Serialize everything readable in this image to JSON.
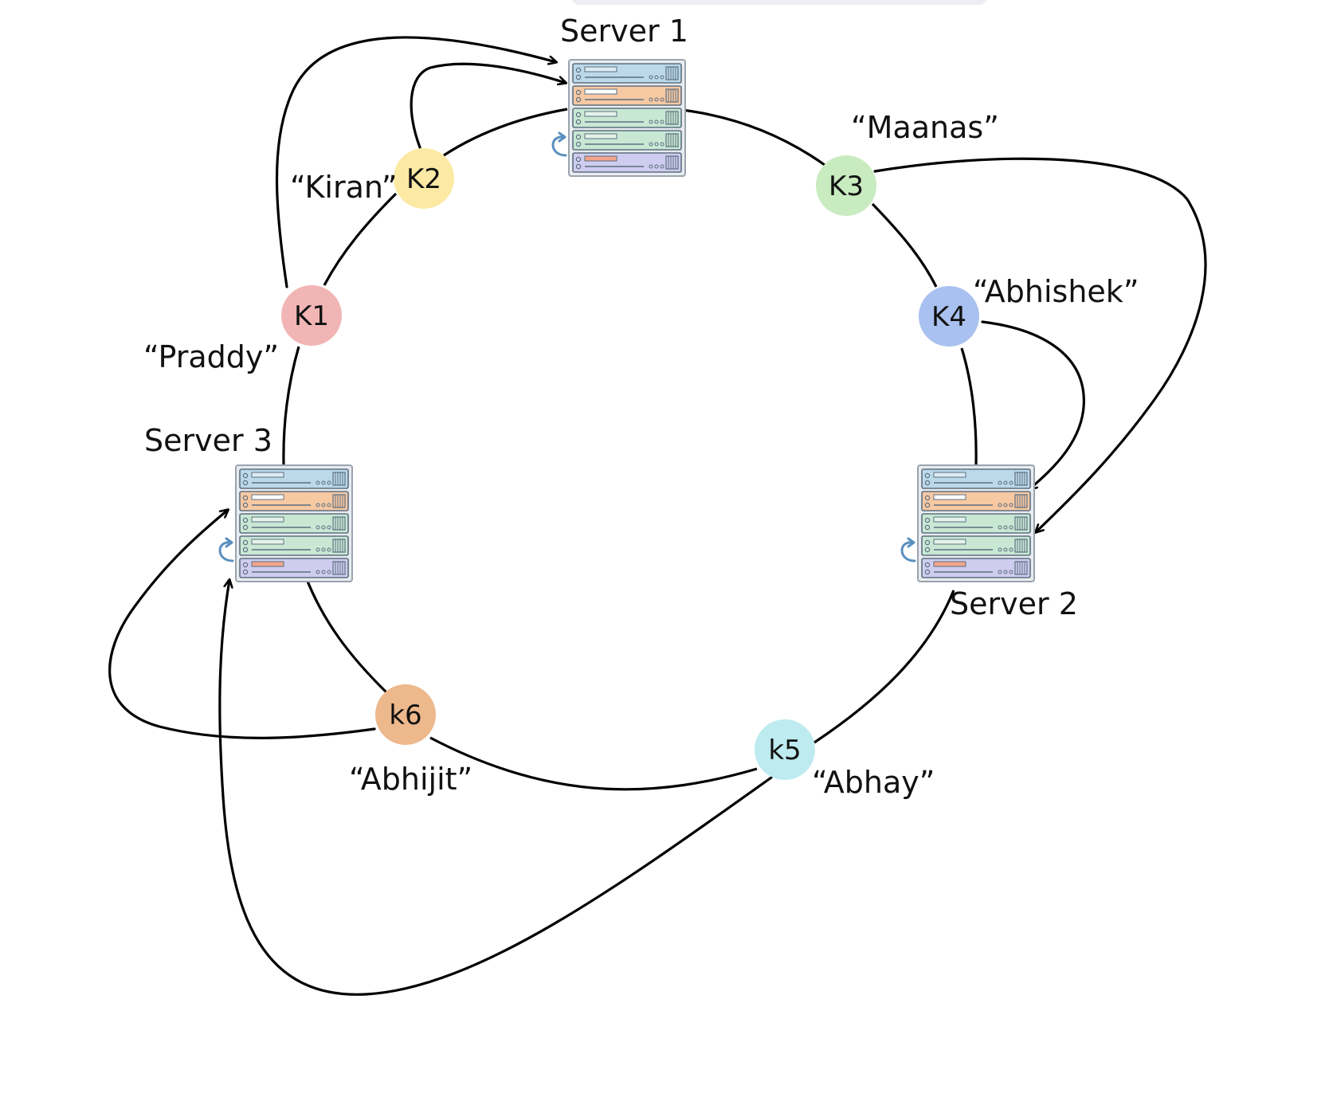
{
  "servers": [
    {
      "id": "s1",
      "label": "Server 1"
    },
    {
      "id": "s2",
      "label": "Server 2"
    },
    {
      "id": "s3",
      "label": "Server 3"
    }
  ],
  "keys": [
    {
      "id": "k1",
      "label": "K1",
      "name": "“Praddy”",
      "color": "#f2b5b5",
      "maps_to": "Server 1"
    },
    {
      "id": "k2",
      "label": "K2",
      "name": "“Kiran”",
      "color": "#fce9a4",
      "maps_to": "Server 1"
    },
    {
      "id": "k3",
      "label": "K3",
      "name": "“Maanas”",
      "color": "#c9ebc0",
      "maps_to": "Server 2"
    },
    {
      "id": "k4",
      "label": "K4",
      "name": "“Abhishek”",
      "color": "#a9c1f0",
      "maps_to": "Server 2"
    },
    {
      "id": "k5",
      "label": "k5",
      "name": "“Abhay”",
      "color": "#bdebef",
      "maps_to": "Server 3"
    },
    {
      "id": "k6",
      "label": "k6",
      "name": "“Abhijit”",
      "color": "#edb88c",
      "maps_to": "Server 3"
    }
  ],
  "colors": {
    "ring": "#000000",
    "rack_blue": "#bcd9ea",
    "rack_orange": "#f6c9a3",
    "rack_green": "#c8e8d4",
    "rack_purple": "#cfcdef",
    "rack_frame": "#e8ecf0"
  },
  "icons": [
    "server-rack-icon",
    "refresh-arrow-icon"
  ]
}
